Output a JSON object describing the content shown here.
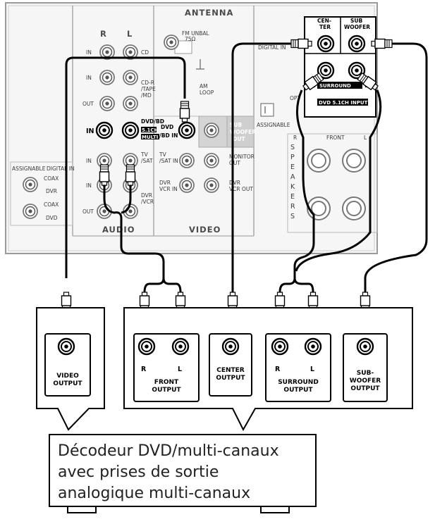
{
  "receiver": {
    "section_antenna": "ANTENNA",
    "fm_unbal": "FM UNBAL",
    "fm_ohm": "75Ω",
    "am_loop": "AM",
    "am_loop2": "LOOP",
    "col_r": "R",
    "col_l": "L",
    "in_label": "IN",
    "out_label": "OUT",
    "cd": "CD",
    "cdr_tape": "CD-R",
    "cdr_tape2": "/TAPE",
    "cdr_tape3": "/MD",
    "dvd_bd": "DVD/BD",
    "dvd_5_1": "5.1CH",
    "multi_ch": "MULTI CH",
    "dvd_bd_in": "DVD",
    "dvd_bd_in2": "/BD IN",
    "tv_sat": "TV",
    "tv_sat2": "/SAT",
    "tv_sat_in": "TV",
    "tv_sat_in2": "/SAT IN",
    "monitor_out": "MONITOR",
    "monitor_out2": "OUT",
    "dvr_vcr": "DVR",
    "dvr_vcr2": "/VCR",
    "dvr_vcr_in": "DVR",
    "dvr_vcr_in2": "VCR IN",
    "dvr_vcr_out": "VCR OUT",
    "dvr_vcr_out2": "",
    "audio_section": "AUDIO",
    "video_section": "VIDEO",
    "subwoofer_out": "SUB",
    "subwoofer_out2": "WOOFER",
    "subwoofer_out3": "OUT",
    "assignable_left": "ASSIGNABLE",
    "digital_in": "DIGITAL IN",
    "coax": "COAX",
    "dvr": "DVR",
    "dvd": "DVD",
    "digital_in_top": "DIGITAL IN",
    "assignable_right": "ASSIGNABLE",
    "optical": "OPT",
    "center": "CEN-",
    "center2": "TER",
    "sub_woofer": "SUB",
    "sub_woofer2": "WOOFER",
    "surround_r": "R",
    "surround": "SURROUND",
    "surround_l": "L",
    "dvd_51ch_input": "DVD 5.1CH INPUT",
    "front": "FRONT",
    "speakers": [
      "S",
      "P",
      "E",
      "A",
      "K",
      "E",
      "R",
      "S"
    ]
  },
  "decoder": {
    "video_output": [
      "VIDEO",
      "OUTPUT"
    ],
    "front_r": "R",
    "front_l": "L",
    "front_output": [
      "FRONT",
      "OUTPUT"
    ],
    "center_output": [
      "CENTER",
      "OUTPUT"
    ],
    "surround_r": "R",
    "surround_l": "L",
    "surround_output": [
      "SURROUND",
      "OUTPUT"
    ],
    "subwoofer_output": [
      "SUB-",
      "WOOFER",
      "OUTPUT"
    ],
    "caption": [
      "Décodeur DVD/multi-canaux",
      "avec prises de sortie",
      "analogique multi-canaux"
    ]
  }
}
